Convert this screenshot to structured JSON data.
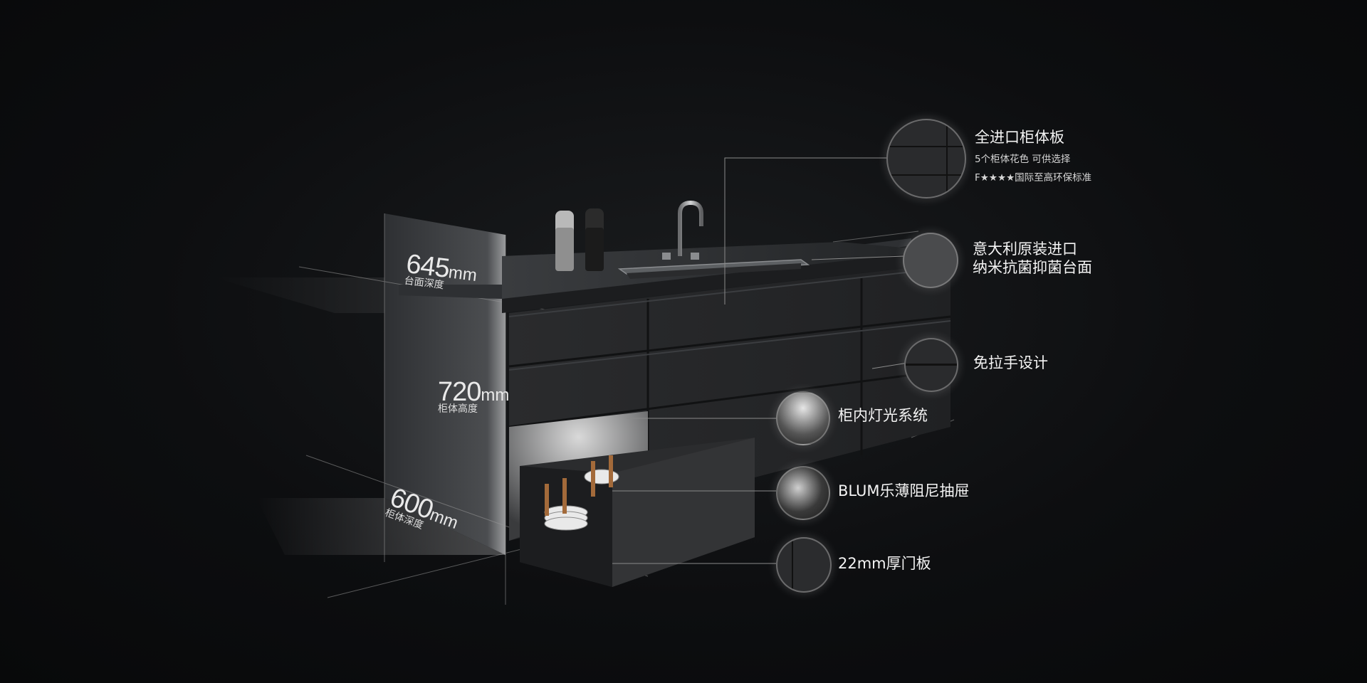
{
  "dimensions": [
    {
      "value": "645",
      "unit": "mm",
      "label": "台面深度"
    },
    {
      "value": "720",
      "unit": "mm",
      "label": "柜体高度"
    },
    {
      "value": "600",
      "unit": "mm",
      "label": "柜体深度"
    }
  ],
  "features": [
    {
      "title": "全进口柜体板",
      "lines": [
        "5个柜体花色 可供选择",
        "F★★★★国际至高环保标准"
      ]
    },
    {
      "title": "意大利原装进口\n纳米抗菌抑菌台面"
    },
    {
      "title": "免拉手设计"
    },
    {
      "title": "柜内灯光系统"
    },
    {
      "title": "BLUM乐薄阻尼抽屉"
    },
    {
      "title": "22mm厚门板"
    }
  ]
}
